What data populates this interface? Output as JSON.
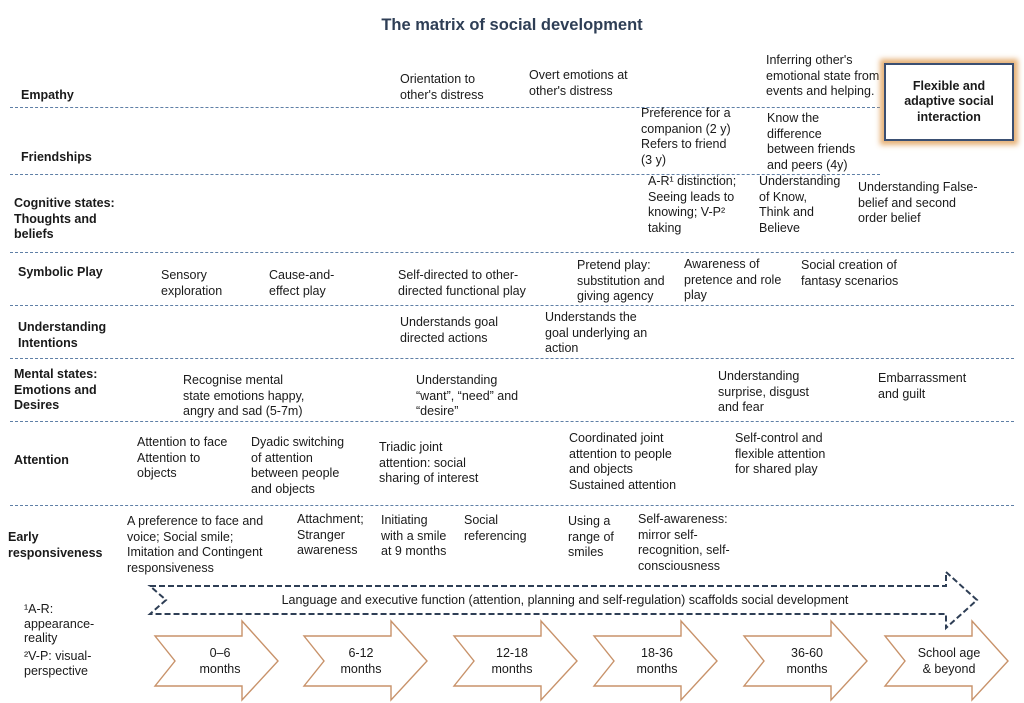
{
  "title": "The matrix of social development",
  "rows": [
    {
      "label": [
        "Empathy"
      ],
      "cells": [
        [
          "Orientation to",
          "other's distress"
        ],
        [
          "Overt emotions at",
          "other's distress"
        ],
        [
          "Inferring other's",
          "emotional state from",
          "events and helping."
        ]
      ]
    },
    {
      "label": [
        "Friendships"
      ],
      "cells": [
        [
          "Preference for a",
          "companion (2 y)",
          "Refers to friend",
          "(3 y)"
        ],
        [
          "Know the",
          "difference",
          "between friends",
          "and peers (4y)"
        ]
      ]
    },
    {
      "label": [
        "Cognitive states:",
        "Thoughts and",
        "beliefs"
      ],
      "cells": [
        [
          "A-R¹ distinction;",
          "Seeing leads to",
          "knowing; V-P²",
          "taking"
        ],
        [
          "Understanding",
          "of Know,",
          "Think and",
          "Believe"
        ],
        [
          "Understanding False-",
          "belief and second",
          "order belief"
        ]
      ]
    },
    {
      "label": [
        "Symbolic Play"
      ],
      "cells": [
        [
          "Sensory",
          "exploration"
        ],
        [
          "Cause-and-",
          "effect play"
        ],
        [
          "Self-directed to other-",
          "directed functional play"
        ],
        [
          "Pretend play:",
          "substitution and",
          "giving agency"
        ],
        [
          "Awareness of",
          "pretence and role",
          "play"
        ],
        [
          "Social creation of",
          "fantasy scenarios"
        ]
      ]
    },
    {
      "label": [
        "Understanding",
        "Intentions"
      ],
      "cells": [
        [
          "Understands goal",
          "directed actions"
        ],
        [
          "Understands the",
          "goal underlying an",
          "action"
        ]
      ]
    },
    {
      "label": [
        "Mental states:",
        "Emotions and",
        "Desires"
      ],
      "cells": [
        [
          "Recognise mental",
          "state emotions happy,",
          "angry and sad (5-7m)"
        ],
        [
          "Understanding",
          "“want”, “need” and",
          "“desire”"
        ],
        [
          "Understanding",
          "surprise, disgust",
          "and fear"
        ],
        [
          "Embarrassment",
          "and guilt"
        ]
      ]
    },
    {
      "label": [
        "Attention"
      ],
      "cells": [
        [
          "Attention to face",
          "Attention to",
          "objects"
        ],
        [
          "Dyadic switching",
          "of attention",
          "between people",
          "and objects"
        ],
        [
          "Triadic joint",
          "attention: social",
          "sharing of interest"
        ],
        [
          "Coordinated joint",
          "attention to people",
          "and objects",
          "Sustained attention"
        ],
        [
          "Self-control and",
          "flexible attention",
          "for shared play"
        ]
      ]
    },
    {
      "label": [
        "Early",
        "responsiveness"
      ],
      "cells": [
        [
          "A preference to face and",
          "voice; Social smile;",
          "Imitation and Contingent",
          "responsiveness"
        ],
        [
          "Attachment;",
          "Stranger",
          "awareness"
        ],
        [
          "Initiating",
          "with a smile",
          "at 9 months"
        ],
        [
          "Social",
          "referencing"
        ],
        [
          "Using a",
          "range of",
          "smiles"
        ],
        [
          "Self-awareness:",
          "mirror self-",
          "recognition, self-",
          "consciousness"
        ]
      ]
    }
  ],
  "goal_box": [
    "Flexible and",
    "adaptive social",
    "interaction"
  ],
  "banner": "Language and executive function (attention, planning and self-regulation) scaffolds social development",
  "footnotes": [
    [
      "¹A-R:",
      "appearance-",
      "reality"
    ],
    [
      "²V-P: visual-",
      "perspective"
    ]
  ],
  "age_bands": [
    [
      "0–6",
      "months"
    ],
    [
      "6-12",
      "months"
    ],
    [
      "12-18",
      "months"
    ],
    [
      "18-36",
      "months"
    ],
    [
      "36-60",
      "months"
    ],
    [
      "School age",
      "& beyond"
    ]
  ],
  "colors": {
    "title": "#2e3e55",
    "divider": "#5f7fa6",
    "chevron_stroke": "#c8926a",
    "banner_stroke": "#2e3e55",
    "goal_box_border": "#3a4f72",
    "goal_box_glow": "#e2a560"
  }
}
